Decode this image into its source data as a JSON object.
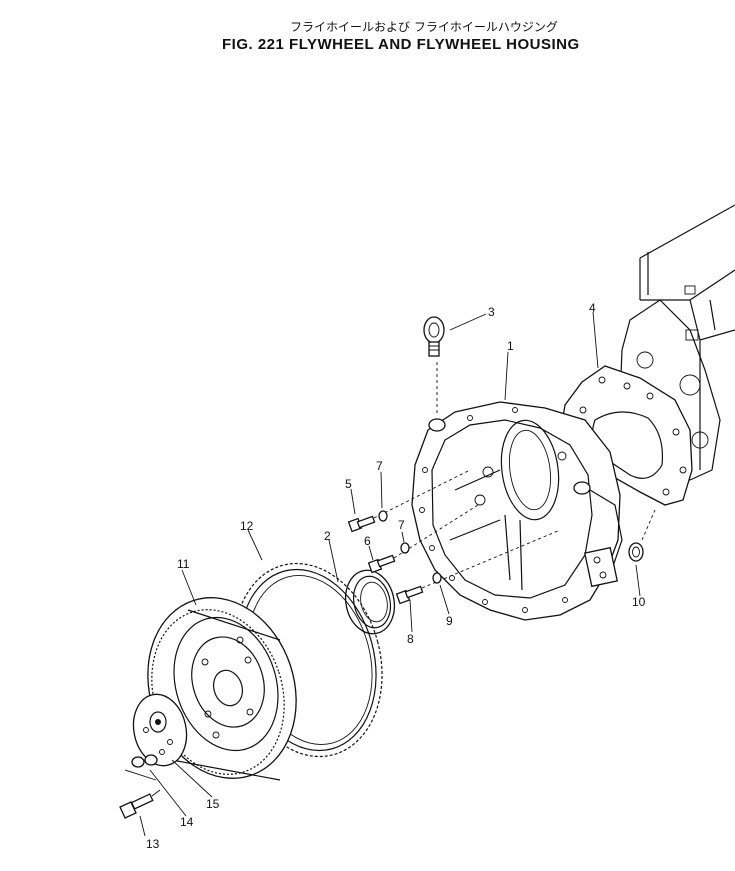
{
  "title_jp": "フライホイールおよび フライホイールハウジング",
  "title_en": "FIG. 221  FLYWHEEL AND FLYWHEEL HOUSING",
  "callouts": {
    "p1": "1",
    "p2": "2",
    "p3": "3",
    "p4": "4",
    "p5": "5",
    "p6": "6",
    "p7a": "7",
    "p7b": "7",
    "p8": "8",
    "p9": "9",
    "p10": "10",
    "p11": "11",
    "p12": "12",
    "p13": "13",
    "p14": "14",
    "p15": "15"
  }
}
